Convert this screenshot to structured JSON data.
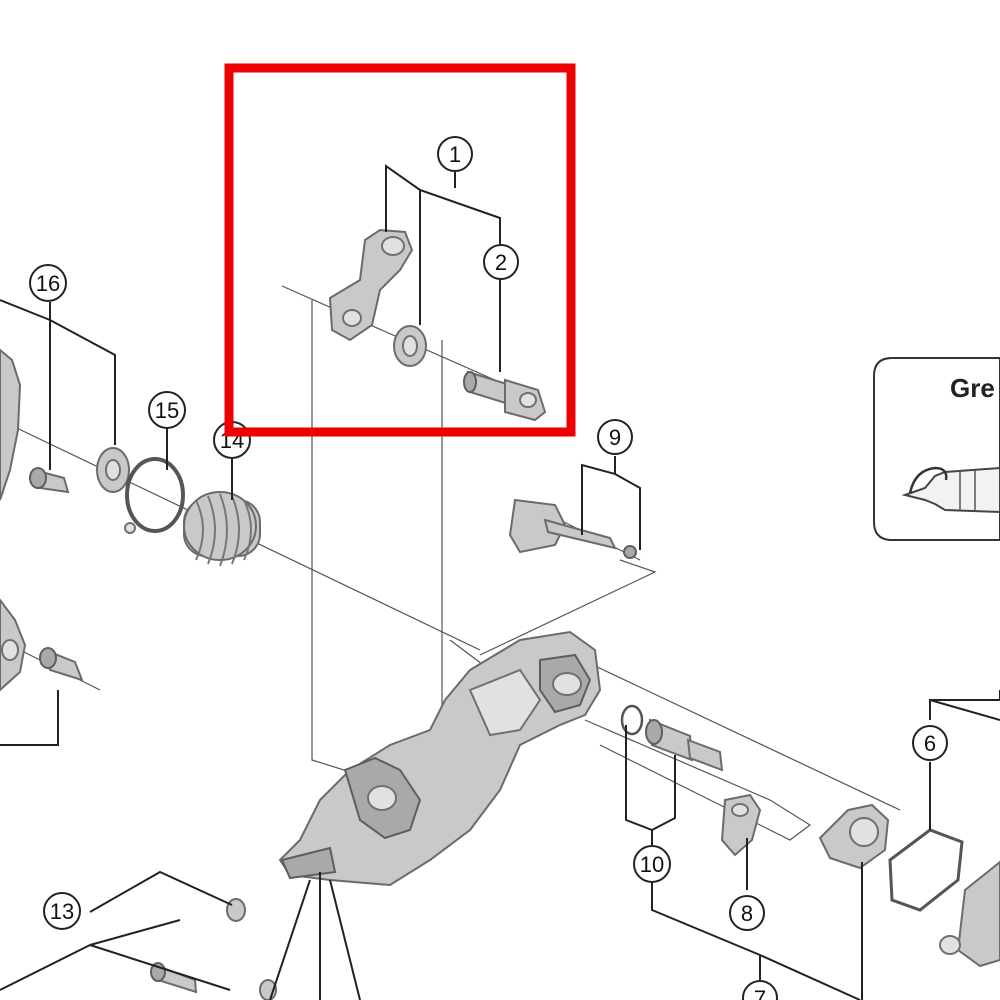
{
  "callouts": [
    {
      "id": "1",
      "label": "1"
    },
    {
      "id": "2",
      "label": "2"
    },
    {
      "id": "6",
      "label": "6"
    },
    {
      "id": "7",
      "label": "7"
    },
    {
      "id": "8",
      "label": "8"
    },
    {
      "id": "9",
      "label": "9"
    },
    {
      "id": "10",
      "label": "10"
    },
    {
      "id": "13",
      "label": "13"
    },
    {
      "id": "14",
      "label": "14"
    },
    {
      "id": "15",
      "label": "15"
    },
    {
      "id": "16",
      "label": "16"
    }
  ],
  "legend": {
    "text": "Gre"
  },
  "highlight": {
    "color": "#ee0000"
  }
}
